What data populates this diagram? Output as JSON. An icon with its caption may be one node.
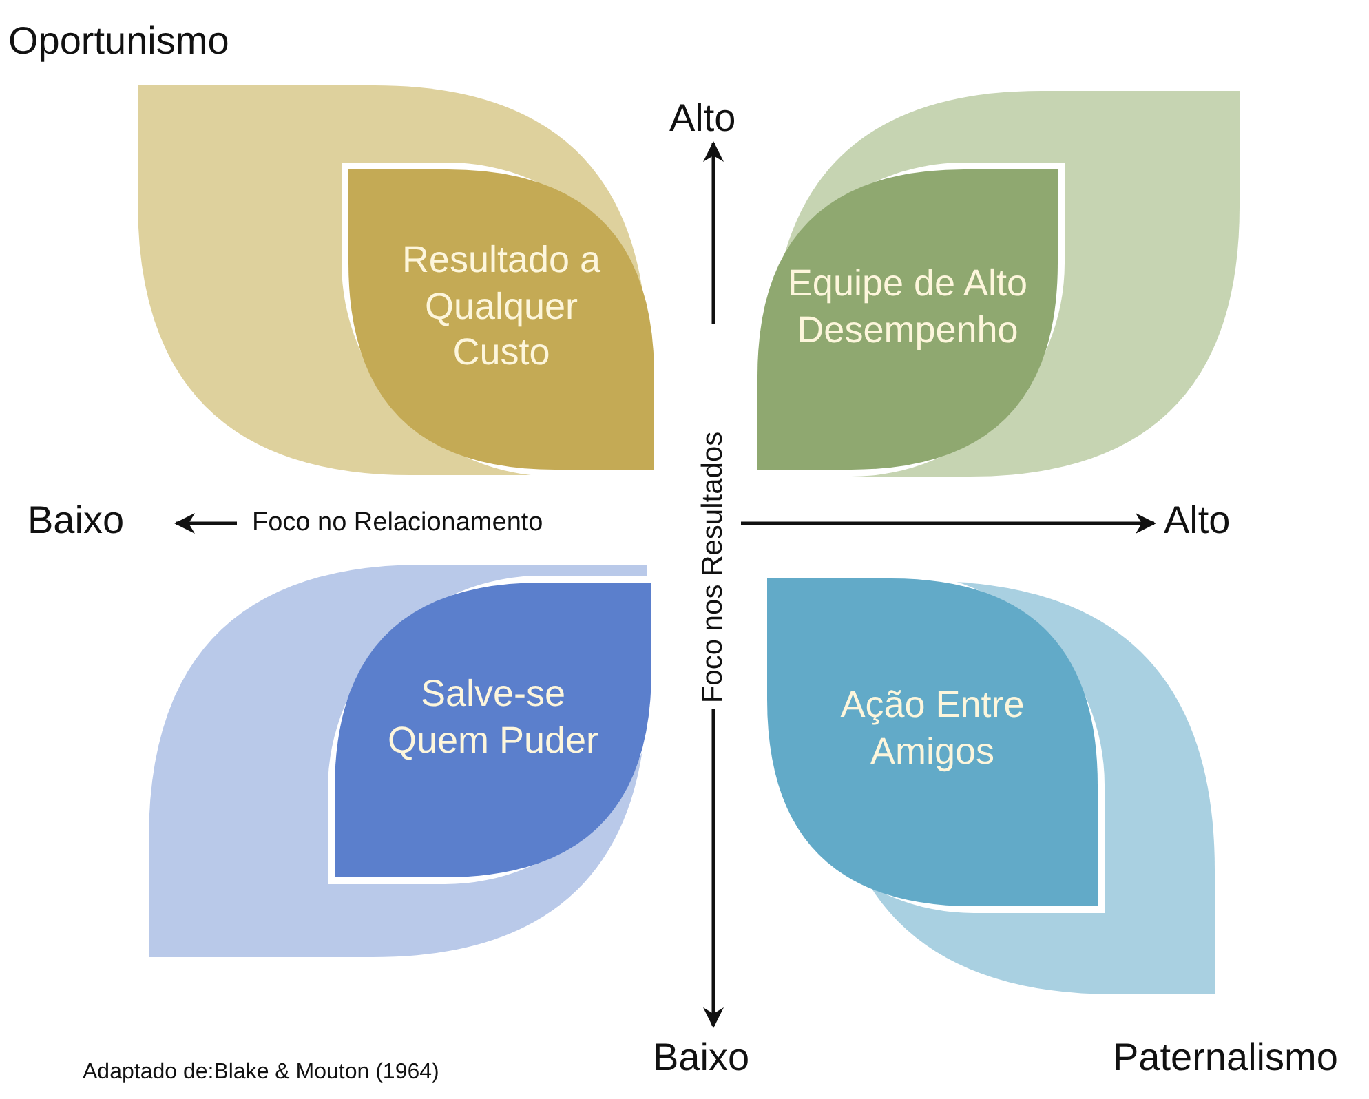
{
  "diagram": {
    "nodes": [
      {
        "text": [
          "Resultado a Qualquer Custo"
        ]
      },
      {
        "text": [
          "Equipe de Alto Desempenho"
        ]
      },
      {
        "text": [
          "Salve-se Quem Puder"
        ]
      },
      {
        "text": [
          "Ação Entre Amigos"
        ]
      }
    ],
    "labels": [
      "Oportunismo",
      "Alto",
      "Foco nos Resultados",
      "Baixo",
      "Foco no Relacionamento",
      "Alto",
      "Baixo",
      "Paternalismo",
      "Adaptado de:Blake & Mouton (1964)"
    ]
  }
}
